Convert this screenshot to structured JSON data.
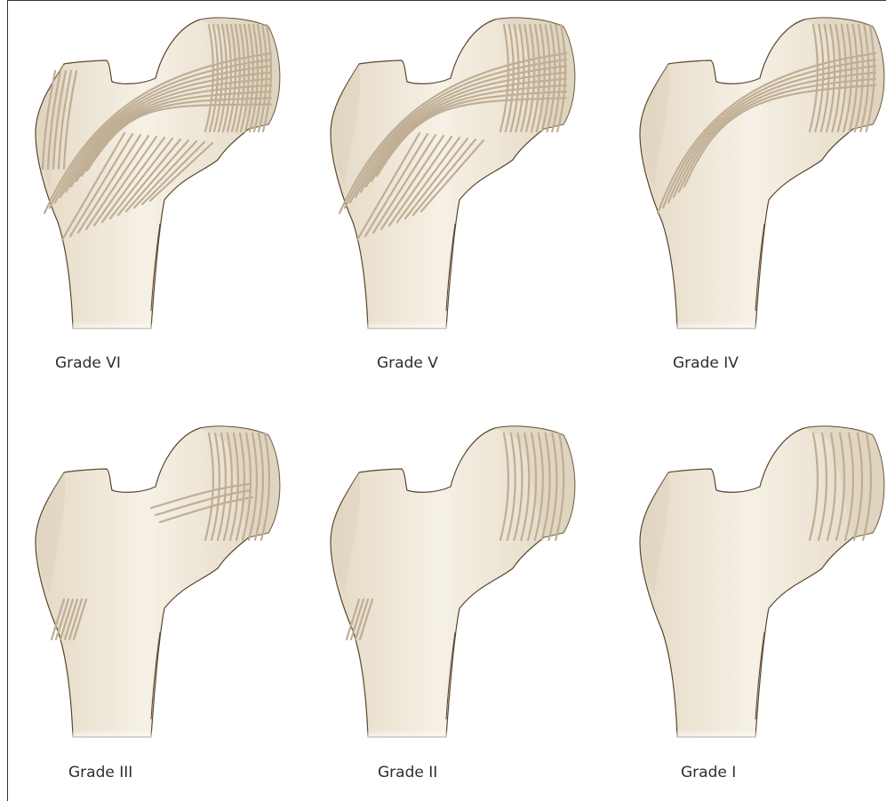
{
  "figure": {
    "panels": [
      {
        "caption": "Grade VI",
        "pattern": "grade-vi"
      },
      {
        "caption": "Grade V",
        "pattern": "grade-v"
      },
      {
        "caption": "Grade IV",
        "pattern": "grade-iv"
      },
      {
        "caption": "Grade III",
        "pattern": "grade-iii"
      },
      {
        "caption": "Grade II",
        "pattern": "grade-ii"
      },
      {
        "caption": "Grade I",
        "pattern": "grade-i"
      }
    ],
    "colors": {
      "bone_fill": "#f0e9dc",
      "bone_shade": "#ddd1bc",
      "bone_outline": "#5a4630",
      "trabecula": "#bfae94",
      "frame": "#333333",
      "text": "#2e2e2e"
    }
  }
}
